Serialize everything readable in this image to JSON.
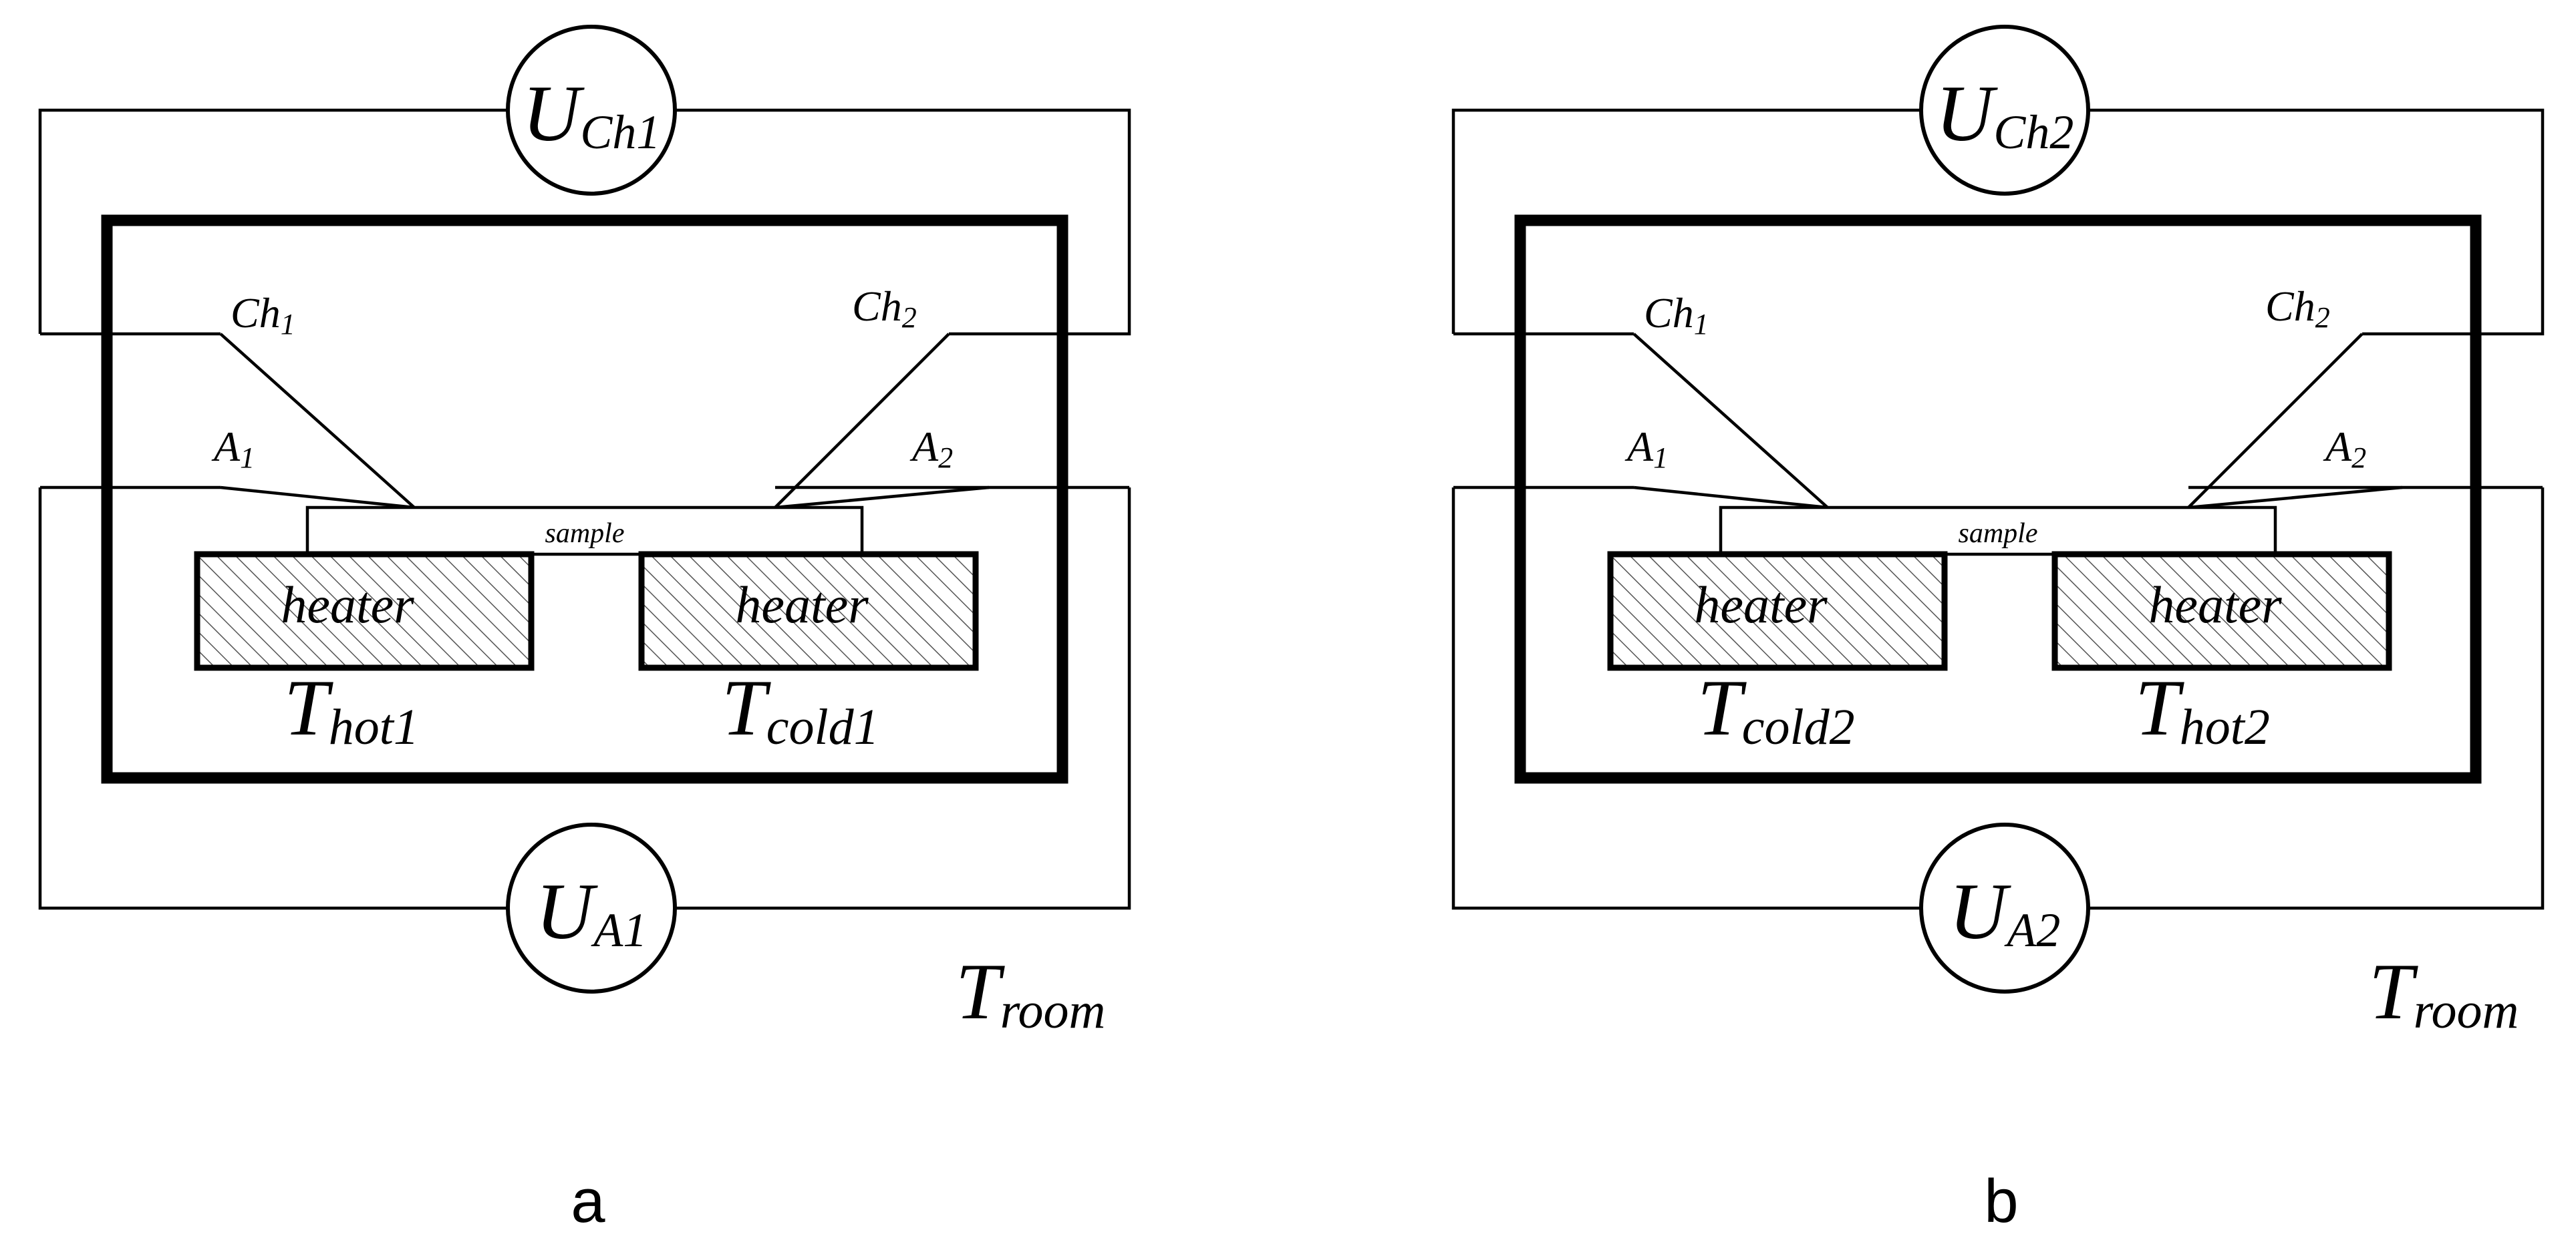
{
  "panels": [
    {
      "caption": "a",
      "top_meter": {
        "main": "U",
        "sub": "Ch1"
      },
      "bottom_meter": {
        "main": "U",
        "sub": "A1"
      },
      "lead_labels": {
        "ch1": "Ch",
        "ch1_sub": "1",
        "ch2": "Ch",
        "ch2_sub": "2",
        "a1": "A",
        "a1_sub": "1",
        "a2": "A",
        "a2_sub": "2"
      },
      "sample_label": "sample",
      "heater_left_label": "heater",
      "heater_right_label": "heater",
      "temp_left": {
        "main": "T",
        "sub": "hot1"
      },
      "temp_right": {
        "main": "T",
        "sub": "cold1"
      },
      "room": {
        "main": "T",
        "sub": "room"
      }
    },
    {
      "caption": "b",
      "top_meter": {
        "main": "U",
        "sub": "Ch2"
      },
      "bottom_meter": {
        "main": "U",
        "sub": "A2"
      },
      "lead_labels": {
        "ch1": "Ch",
        "ch1_sub": "1",
        "ch2": "Ch",
        "ch2_sub": "2",
        "a1": "A",
        "a1_sub": "1",
        "a2": "A",
        "a2_sub": "2"
      },
      "sample_label": "sample",
      "heater_left_label": "heater",
      "heater_right_label": "heater",
      "temp_left": {
        "main": "T",
        "sub": "cold2"
      },
      "temp_right": {
        "main": "T",
        "sub": "hot2"
      },
      "room": {
        "main": "T",
        "sub": "room"
      }
    }
  ]
}
